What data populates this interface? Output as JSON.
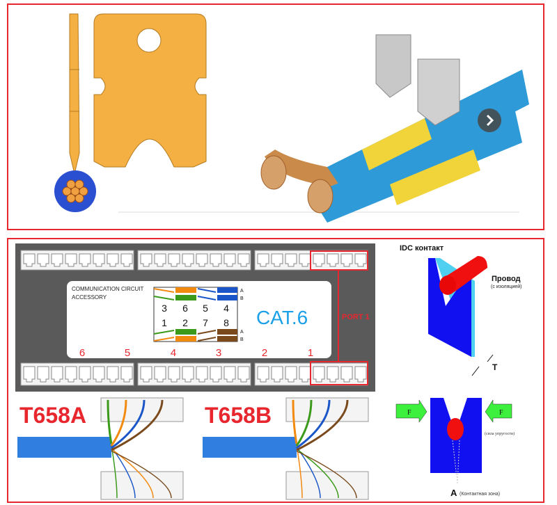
{
  "top_illustration": {
    "next_button": {
      "icon": "chevron-right-icon"
    }
  },
  "patch_panel": {
    "label_line1": "COMMUNICATION CIRCUIT",
    "label_line2": "ACCESSORY",
    "pins_top": [
      "3",
      "6",
      "5",
      "4"
    ],
    "pins_bottom": [
      "1",
      "2",
      "7",
      "8"
    ],
    "pair_labels": [
      "A",
      "B",
      "A",
      "B"
    ],
    "category": "CAT.6",
    "port_label": "PORT 1",
    "port_numbers": [
      "6",
      "5",
      "4",
      "3",
      "2",
      "1"
    ]
  },
  "wiring": {
    "standard_a": "T658A",
    "standard_b": "T658B"
  },
  "idc_diagram": {
    "title": "IDC контакт",
    "wire_label": "Провод",
    "wire_sublabel": "(с изоляцией)",
    "thickness_label": "T",
    "force_label": "F",
    "force_sublabel": "(сила упругости)",
    "contact_label": "A",
    "contact_sublabel": "(Контактная зона)"
  },
  "colors": {
    "border": "#e8262e",
    "panel": "#5a5a5a",
    "orange": "#f28a10",
    "blue": "#1a56c8",
    "green": "#3c9a1a",
    "brown": "#7a4a1c",
    "cat": "#1aa0e8",
    "idc_blue": "#1010f0",
    "idc_red": "#f01010"
  }
}
